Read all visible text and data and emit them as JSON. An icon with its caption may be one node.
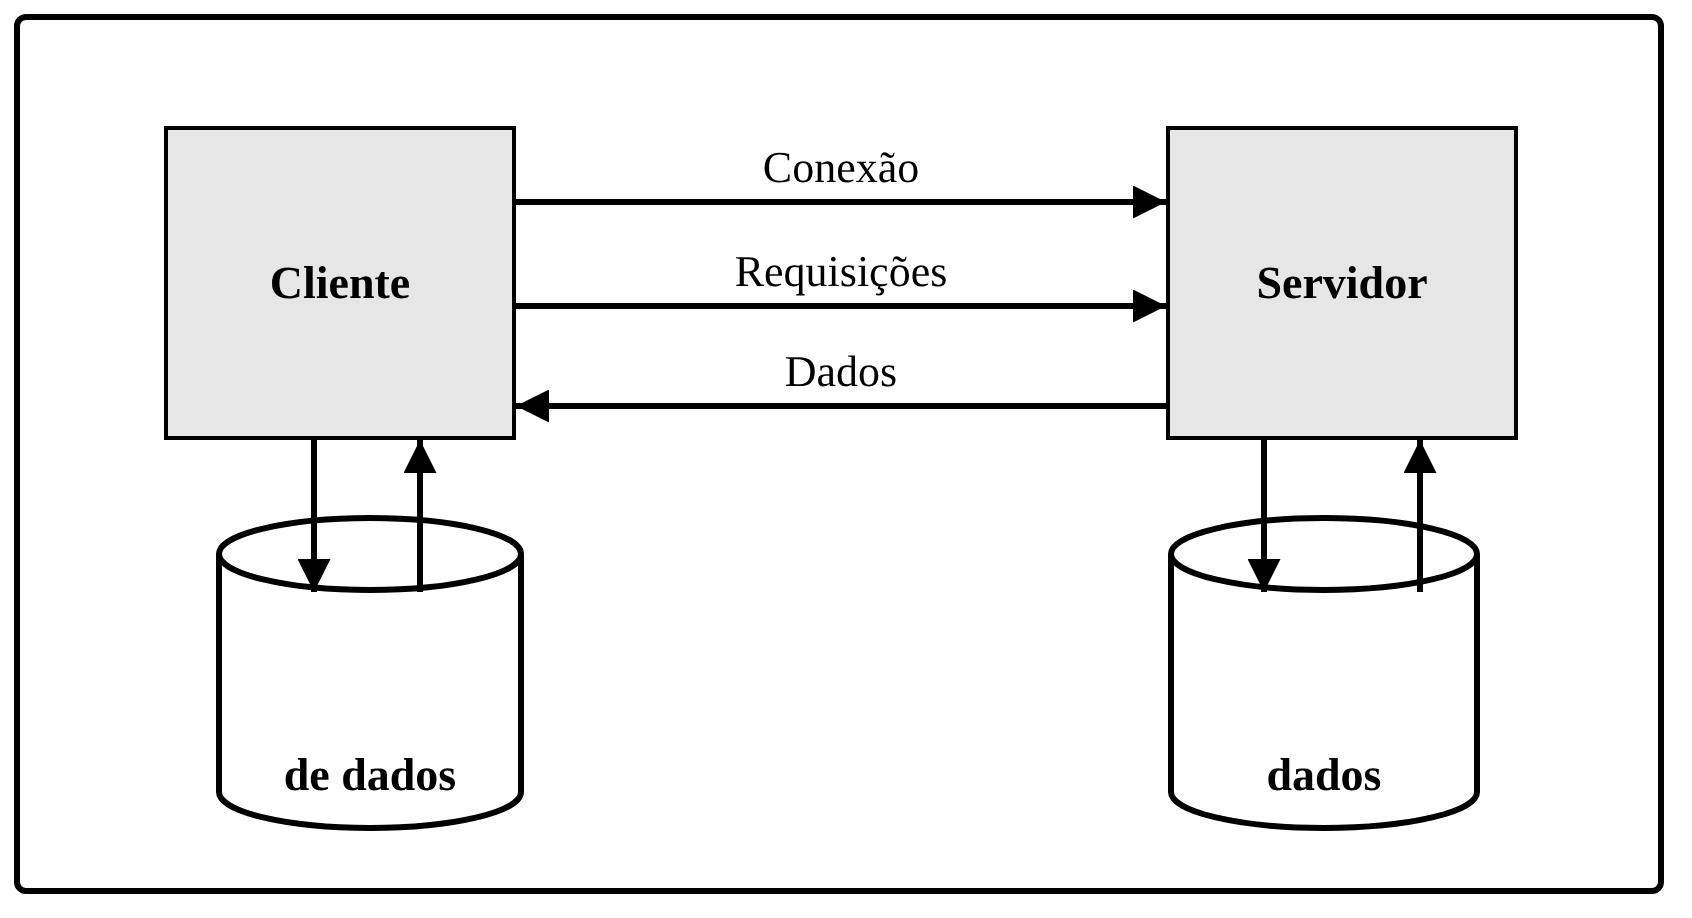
{
  "diagram": {
    "nodes": [
      {
        "text": [
          "Cliente"
        ]
      },
      {
        "text": [
          "Servidor"
        ]
      },
      {
        "text": [
          "de dados"
        ]
      },
      {
        "text": [
          "dados"
        ]
      }
    ],
    "edges": [
      {
        "from": 0,
        "to": 1,
        "arrow": "to",
        "label": "Conexão"
      },
      {
        "from": 0,
        "to": 1,
        "arrow": "to",
        "label": "Requisições"
      },
      {
        "from": 1,
        "to": 0,
        "arrow": "to",
        "label": "Dados"
      },
      {
        "from": 0,
        "to": 2,
        "arrow": "to"
      },
      {
        "from": 2,
        "to": 0,
        "arrow": "to"
      },
      {
        "from": 1,
        "to": 3,
        "arrow": "to"
      },
      {
        "from": 3,
        "to": 1,
        "arrow": "to"
      }
    ]
  }
}
